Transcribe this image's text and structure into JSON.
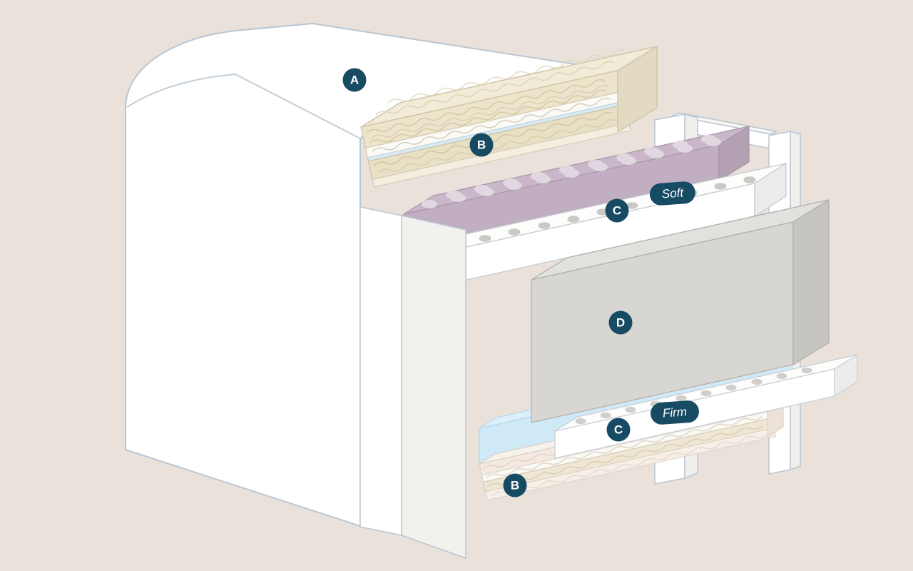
{
  "page": {
    "background": "#e9e1da"
  },
  "diagram": {
    "callouts": {
      "cover": {
        "label": "A"
      },
      "comfort_top": {
        "label": "B"
      },
      "soft_layer": {
        "label": "C",
        "badge": "Soft"
      },
      "core": {
        "label": "D"
      },
      "firm_layer": {
        "label": "C",
        "badge": "Firm"
      },
      "comfort_bottom": {
        "label": "B"
      }
    },
    "colors": {
      "callout_bg": "#174a63",
      "callout_text": "#ffffff",
      "outline": "#b9c6d2",
      "cover_white": "#ffffff",
      "quilt_cream": "#ece4cb",
      "soft_pad_purple": "#c2aec2",
      "core_gray": "#d8d6d2",
      "transition_blue": "#cfe9f6",
      "perforated_white": "#ffffff",
      "quilt_pink": "#f3e9e1"
    }
  }
}
